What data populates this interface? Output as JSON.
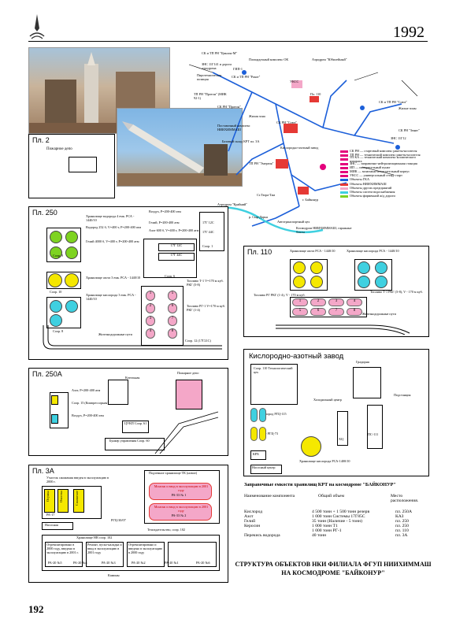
{
  "page": {
    "year": "1992",
    "page_number": "192"
  },
  "map": {
    "labels": [
      "СК и ТП РН \"Циклон-М\"",
      "Площадочный комплекс ОК",
      "Аэродром \"Юбилейный\"",
      "ЗНС 11Г141 и дорога аэродрома",
      "Пиротехническая позиция",
      "СК и ТП РН \"Рокот\"",
      "ТП РН \"Протон\" (МИК 92-1)",
      "СК РН \"Протон\"",
      "ГИП-1",
      "УКСС",
      "Пл. 110",
      "СК и ТП РН \"Союз\"",
      "Жилая зона",
      "Жилые зоны",
      "СК РН \"Союз\"",
      "СК РН \"Зенит\"",
      "ЗНС 11Г12",
      "Поставочный комплекс НИИХИММАШ",
      "Базовый склад КРТ пл. 3А",
      "Кислородно-азотный завод",
      "ТП РН \"Энергия\"",
      "Ст.Тюра-Там",
      "Аэродром \"Крайний\"",
      "р. Сыр-Дарья",
      "Автотранспортный цех",
      "Космодром НИИХИММАШ, гаражные боксы",
      "г. Байконур"
    ],
    "legend": [
      "СК РН — стартовый комплекс ракеты-носителя",
      "ТП РН — технический комплекс ракеты-носителя",
      "ТП КА — технический комплекс космического аппарата",
      "ЗНС — заправочно-нейтрализационная станция",
      "ИП — измерительный пункт",
      "МИК — монтажно-испытательный корпус",
      "УКСС — универсальный стенд-старт",
      "Объекты ГКА",
      "Объекты НИИХИММАШ",
      "Объекты других предприятий",
      "Объекты систем водоснабжения",
      "Объекты фирменной ж/д дороги"
    ]
  },
  "pl2": {
    "title": "Пл. 2",
    "depot": "Пожарное депо"
  },
  "pl250": {
    "title": "Пл. 250",
    "h2_storage": "Хранилище водорода 4 емк. РСА - 1440/10",
    "h2_2526": "Водород 252 б, V=400 т, Р=200-400 атм",
    "he_4000": "Гелий 4000 б, V=400 т, Р=200-400 атм",
    "air": "Воздух, Р=200-400 атм",
    "he": "Гелий, Р=200-400 атм",
    "n2_600": "Азот 600 б, V=400 т, Р=200-400 атм",
    "b1": "17Г 12С",
    "b2": "17Г 44С",
    "b3": "17Г 12С",
    "b4": "17Г 44С",
    "soor1": "Соор. 1",
    "soor6": "Соор. 6",
    "soor9": "Соор. 9",
    "soor10": "Соор. 10",
    "soor8": "Соор. 8",
    "n2_storage": "Хранилище азота 3 емк. РСА - 1440/10",
    "o2_storage": "Хранилище кислорода 3 емк. РСА - 1440/10",
    "t1": "Топливо Т-1 V=170 м куб. РКГ (5-8)",
    "rg1": "Топливо РГ-1 V=170 м куб. РКГ (1-4)",
    "soor12": "Соор. 12 (17Г21С)",
    "rail": "Железнодорожные пути",
    "tanks": [
      "1",
      "2",
      "3",
      "4",
      "5",
      "6",
      "7",
      "8"
    ]
  },
  "pl110": {
    "title": "Пл. 110",
    "n2": "Хранилище азота РСА - 1440/10",
    "o2": "Хранилище кислорода РСА - 1440/10",
    "t1": "Топливо Т-1 РКГ (5-8), V - 170 м куб.",
    "rg1": "Топливо РГ РКГ (1-4), V - 170 м куб.",
    "rail": "Железнодорожные пути",
    "tanks": [
      "1",
      "2",
      "3",
      "4",
      "5",
      "6",
      "7",
      "8"
    ]
  },
  "plant": {
    "title": "Кислородно-азотный завод",
    "soor110": "Соор. 110 Технологический цех",
    "gradirnya": "Градирня",
    "cold_center": "Холодильный центр",
    "substation": "Подстанция",
    "oxygen": "Кислород РГЦ-115",
    "nitrogen": "Азот РГЦ-73",
    "o2_sphere": "Хранилище кислорода РСА-1400/10",
    "krh": "КРХ",
    "pump": "Насосный центр",
    "x1": "ХЦ",
    "ps": "ПС-111"
  },
  "pl250a": {
    "title": "Пл. 250А",
    "boiler": "Котельная",
    "fire": "Пожарное депо",
    "n2": "Азот, Р=200-400 атм",
    "soor15": "Соор. 15 (Компрессорная)",
    "air": "Воздух, Р=200-400 атм",
    "tsukh": "ЦУКП Соор. 61",
    "bunker": "Бункер управления Соор. 60"
  },
  "pl3a": {
    "title": "Пл. 3А",
    "liq_area": "Участок сжижения введен в эксплуатацию в 2000 г.",
    "cols": [
      "Осушка",
      "Очистка",
      "Сжижение"
    ],
    "underground": "Подземное хранилище ТК (новое)",
    "tank1_line1": "Монтаж и ввод в эксплуатацию в 2001 году",
    "tank1_line2": "РА-33 № 1",
    "tank2_line1": "Монтаж и ввод в эксплуатацию в 2001 году",
    "tank2_line2": "РА-33 № 2",
    "pa17": "РА-17",
    "pump": "Насосная",
    "rgts": "РГЦ-30/07",
    "tech": "Техиздательство, соор. 102",
    "storage": "Хранилище НВ соор. 102",
    "cells": [
      "Отремонтировано в 2000 году, введено в эксплуатацию в 2001 г.",
      "Ремонт, пуско-наладка и ввод в эксплуатацию в 2001 году",
      "Отремонтировано и введено в эксплуатацию в 2000 году",
      ""
    ],
    "pa_labels": [
      "РА-20 №5",
      "РА-20 №4",
      "РА-20 №3",
      "РА-20 №2",
      "РА-20 №1",
      "РА-20 №6"
    ],
    "vent": "Камины"
  },
  "crt_table": {
    "title": "Заправочные емкости хранилищ КРТ на космодроме \"БАЙКОНУР\"",
    "headers": [
      "Наименование компонента",
      "Общий объем",
      "Место расположения."
    ],
    "rows": [
      [
        "Кислород",
        "4 500 тонн + 1 500 тонн резерв",
        "пл. 250А"
      ],
      [
        "Азот",
        "1 000 тонн   Системы 17Г85С",
        "КАЗ"
      ],
      [
        "Гелий",
        "35 тонн   (Наличие - 5 тонн)",
        "пл. 250"
      ],
      [
        "Керосин",
        "1 000 тонн Т1",
        "пл. 250"
      ],
      [
        "",
        "1 000 тонн РГ-1",
        "пл. 110"
      ],
      [
        "Перекись водорода",
        "40 тонн",
        "пл. 3А"
      ]
    ]
  },
  "footer_title": [
    "СТРУКТУРА ОБЪЕКТОВ НКИ ФИЛИАЛА ФГУП НИИХИММАШ",
    "НА КОСМОДРОМЕ \"БАЙКОНУР\""
  ],
  "colors": {
    "green": "#7ed321",
    "yellow": "#f5e800",
    "cyan": "#3fd0e0",
    "pink": "#f4a7c8",
    "magenta": "#e4007c",
    "blue": "#1c5fd9",
    "red": "#e53935"
  }
}
